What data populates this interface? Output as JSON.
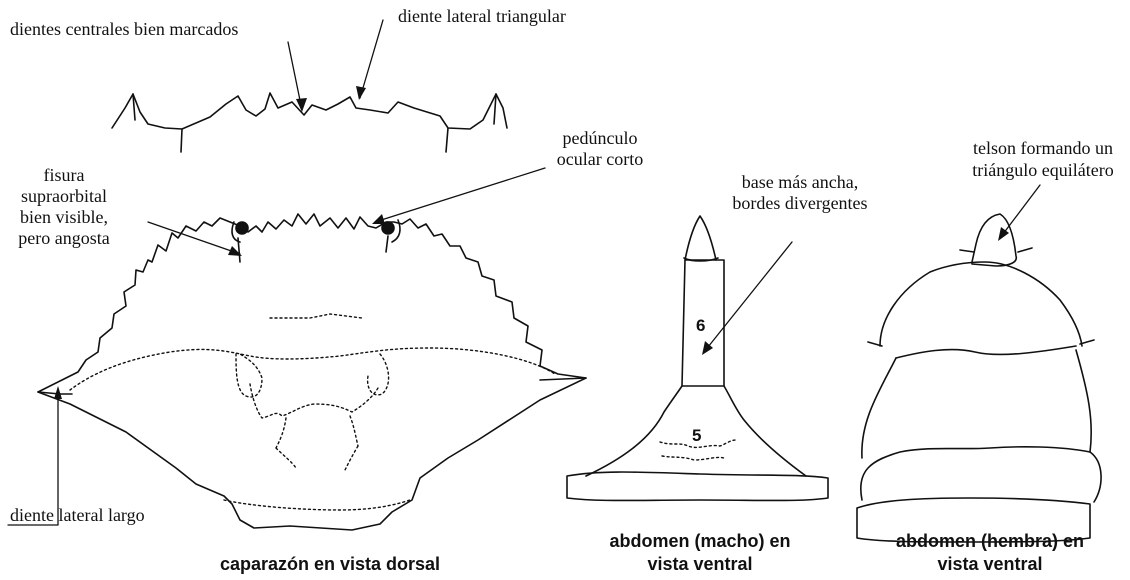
{
  "annotations": {
    "central_teeth": "dientes centrales bien marcados",
    "lateral_tooth_triangular": "diente lateral triangular",
    "fissure_line1": "fisura",
    "fissure_line2": "supraorbital",
    "fissure_line3": "bien visible,",
    "fissure_line4": "pero angosta",
    "eyestalk_line1": "pedúnculo",
    "eyestalk_line2": "ocular corto",
    "lateral_tooth_long": "diente lateral largo",
    "base_line1": "base más ancha,",
    "base_line2": "bordes divergentes",
    "telson_line1": "telson formando un",
    "telson_line2": "triángulo equilátero"
  },
  "segments": {
    "six": "6",
    "five": "5"
  },
  "captions": {
    "carapace": "caparazón en vista dorsal",
    "male_line1": "abdomen (macho) en",
    "male_line2": "vista  ventral",
    "female_line1": "abdomen (hembra) en",
    "female_line2": "vista ventral"
  },
  "colors": {
    "ink": "#111111",
    "background": "#ffffff"
  }
}
